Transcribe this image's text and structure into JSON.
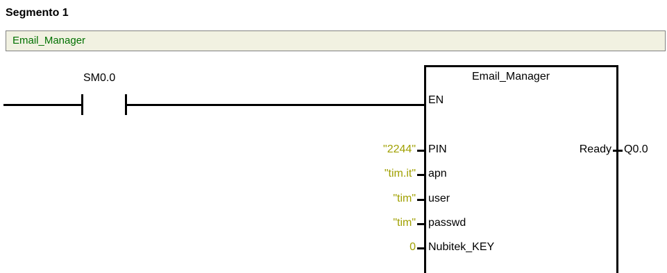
{
  "segment": {
    "title": "Segmento 1",
    "comment": "Email_Manager"
  },
  "contact": {
    "label": "SM0.0"
  },
  "block": {
    "name": "Email_Manager",
    "en_label": "EN",
    "inputs": [
      {
        "value": "\"2244\"",
        "pin": "PIN"
      },
      {
        "value": "\"tim.it\"",
        "pin": "apn"
      },
      {
        "value": "\"tim\"",
        "pin": "user"
      },
      {
        "value": "\"tim\"",
        "pin": "passwd"
      },
      {
        "value": "0",
        "pin": "Nubitek_KEY"
      }
    ],
    "output": {
      "pin": "Ready",
      "value": "Q0.0"
    }
  },
  "colors": {
    "comment_bg": "#f1f1e1",
    "comment_text": "#007000",
    "literal_text": "#a0a000"
  }
}
